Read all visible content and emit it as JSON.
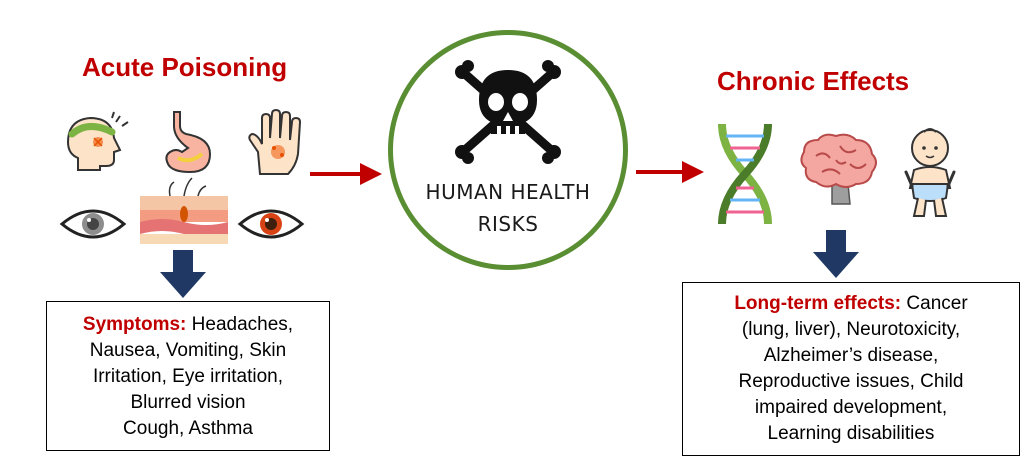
{
  "acute": {
    "heading": "Acute Poisoning",
    "symptoms_lead": "Symptoms:",
    "symptoms_lines": [
      " Headaches,",
      "Nausea, Vomiting, Skin",
      "Irritation, Eye irritation,",
      "Blurred vision",
      "Cough, Asthma"
    ]
  },
  "center": {
    "line1": "HUMAN HEALTH",
    "line2": "RISKS"
  },
  "chronic": {
    "heading": "Chronic Effects",
    "effects_lead": "Long-term effects:",
    "effects_lines": [
      " Cancer",
      "(lung, liver), Neurotoxicity,",
      "Alzheimer’s disease,",
      "Reproductive issues, Child",
      "impaired development,",
      "Learning disabilities"
    ]
  },
  "colors": {
    "heading_red": "#c00000",
    "arrow_red": "#c00000",
    "arrow_navy": "#1f3864",
    "circle_green": "#5a8e33"
  },
  "icons": [
    "head-pain-icon",
    "stomach-icon",
    "hand-rash-icon",
    "irritated-eye-icon",
    "skin-layers-icon",
    "red-eye-icon",
    "skull-crossbones-icon",
    "dna-icon",
    "brain-icon",
    "baby-icon"
  ]
}
